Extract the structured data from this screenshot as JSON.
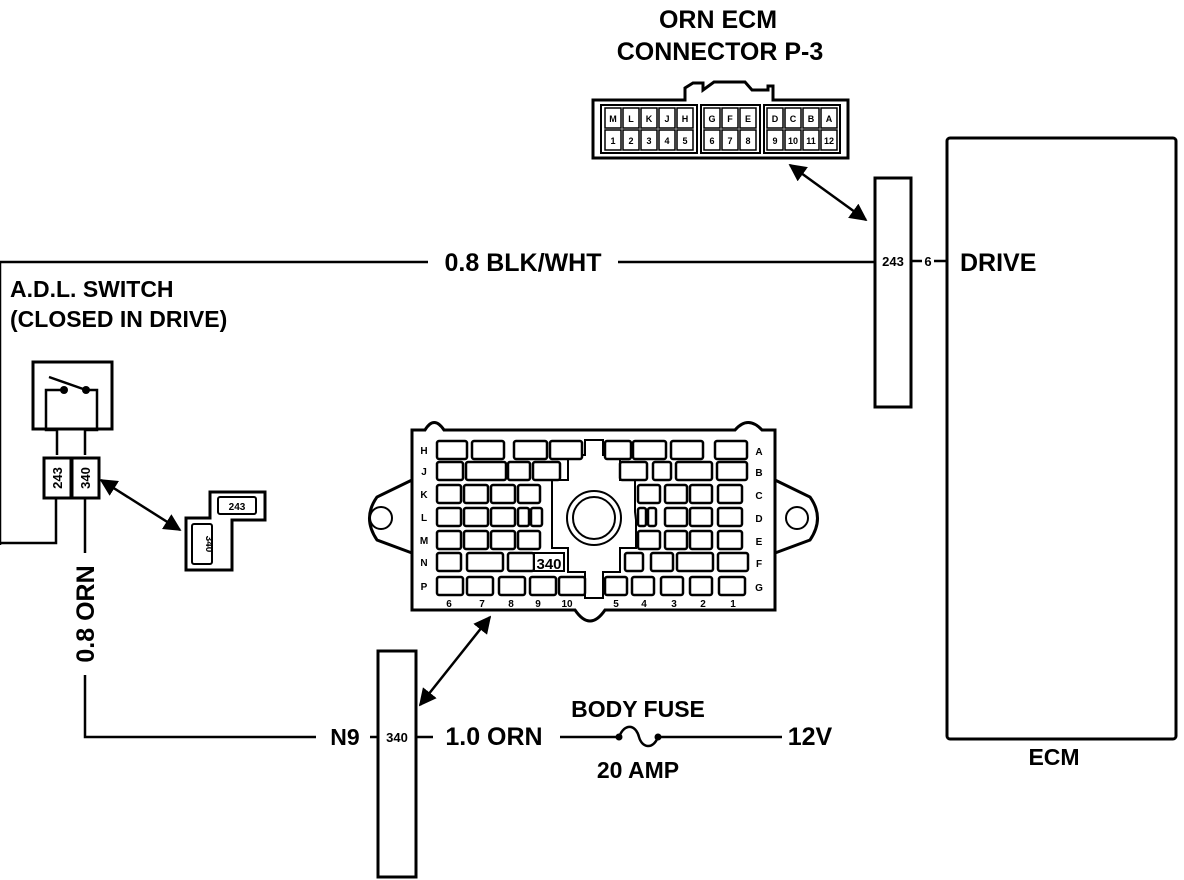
{
  "diagram": {
    "ecm_connector": {
      "title_line1": "ORN ECM",
      "title_line2": "CONNECTOR P-3",
      "top_row": [
        "M",
        "L",
        "K",
        "J",
        "H",
        "G",
        "F",
        "E",
        "D",
        "C",
        "B",
        "A"
      ],
      "bottom_row": [
        "1",
        "2",
        "3",
        "4",
        "5",
        "6",
        "7",
        "8",
        "9",
        "10",
        "11",
        "12"
      ]
    },
    "wires": {
      "blk_wht": "0.8 BLK/WHT",
      "orn_08": "0.8 ORN",
      "orn_10": "1.0 ORN"
    },
    "ecm": {
      "label": "ECM",
      "drive_label": "DRIVE",
      "pin": "6",
      "circuit": "243"
    },
    "switch": {
      "title_line1": "A.D.L. SWITCH",
      "title_line2": "(CLOSED IN DRIVE)",
      "pin_left": "243",
      "pin_right": "340",
      "inset_top": "243",
      "inset_bottom": "340"
    },
    "bulkhead": {
      "left_rows": [
        "H",
        "J",
        "K",
        "L",
        "M",
        "N",
        "P"
      ],
      "right_rows": [
        "A",
        "B",
        "C",
        "D",
        "E",
        "F",
        "G"
      ],
      "left_cols": [
        "6",
        "7",
        "8",
        "9",
        "10"
      ],
      "right_cols": [
        "5",
        "4",
        "3",
        "2",
        "1"
      ],
      "highlight": "340",
      "terminal": "N9",
      "circuit": "340"
    },
    "fuse": {
      "name": "BODY FUSE",
      "rating": "20 AMP",
      "source": "12V"
    }
  }
}
